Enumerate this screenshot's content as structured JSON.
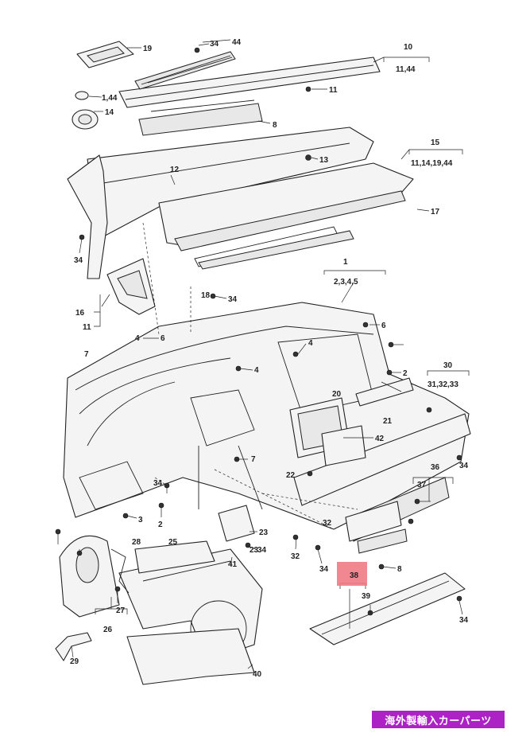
{
  "diagram": {
    "labels": {
      "l19": "19",
      "l34a": "34",
      "l44": "44",
      "l10": "10",
      "l11_44": "11,44",
      "l1_44": "1,44",
      "l14": "14",
      "l11a": "11",
      "l8": "8",
      "l15": "15",
      "l13": "13",
      "l11_14_19_44": "11,14,19,44",
      "l12": "12",
      "l17": "17",
      "l34b": "34",
      "l1": "1",
      "l2_3_4_5": "2,3,4,5",
      "l16": "16",
      "l11b": "11",
      "l18": "18",
      "l34c": "34",
      "l4a": "4",
      "l6a": "6",
      "l4b": "4",
      "l6b": "6",
      "l7a": "7",
      "l4c": "4",
      "l2a": "2",
      "l30": "30",
      "l31_32_33": "31,32,33",
      "l20": "20",
      "l21": "21",
      "l42": "42",
      "l7b": "7",
      "l22": "22",
      "l34d": "34",
      "l3": "3",
      "l2b": "2",
      "l23a": "23",
      "l36": "36",
      "l37a": "37",
      "l32a": "32",
      "l34e": "34",
      "l28": "28",
      "l25": "25",
      "l23b": "23",
      "l34f": "34",
      "l32b": "32",
      "l34g": "34",
      "l41": "41",
      "l8b": "8",
      "l38": "38",
      "l39": "39",
      "l27": "27",
      "l26": "26",
      "l34h": "34",
      "l29": "29",
      "l40": "40"
    },
    "highlight_color": "#f07a85"
  },
  "watermark": {
    "text": "海外製輸入カーパーツ",
    "background": "#ac22c4",
    "color": "#ffffff"
  }
}
